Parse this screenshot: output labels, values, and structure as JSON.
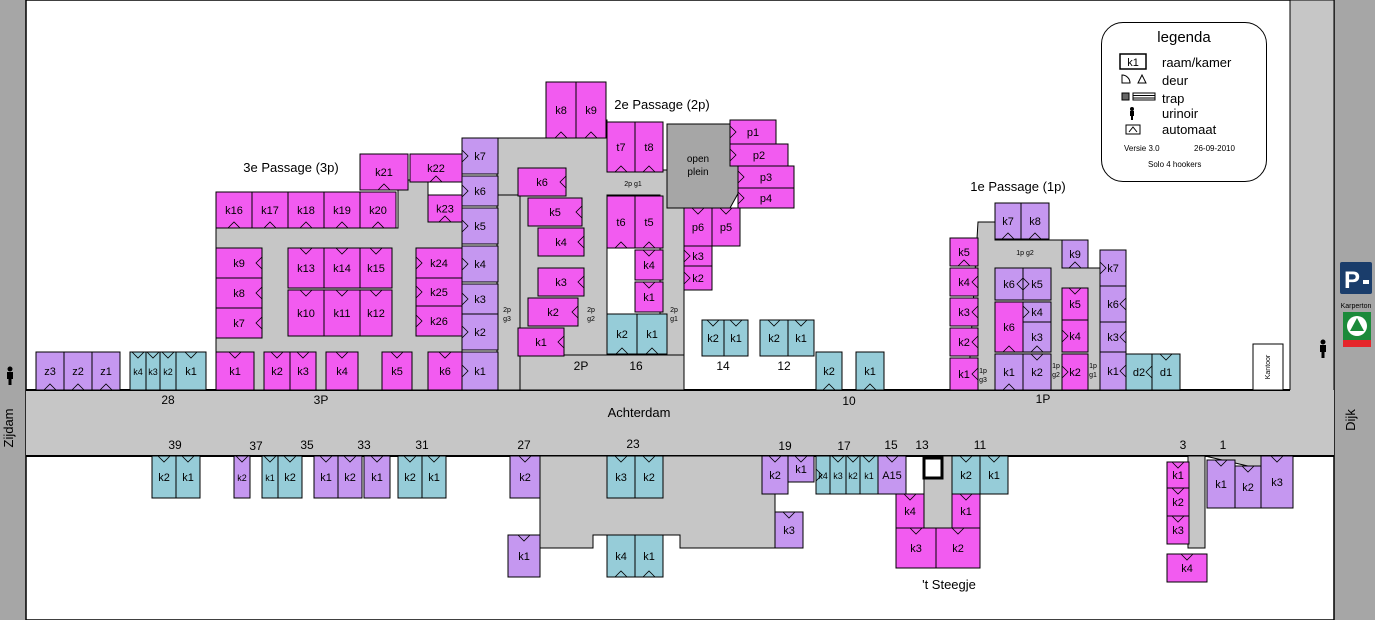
{
  "colors": {
    "magenta": "#f25bf0",
    "purple": "#c597f0",
    "blue": "#96ccd8",
    "street": "#c6c6c6",
    "side": "#a6a6a6",
    "border": "#000000"
  },
  "streets": {
    "main": "Achterdam",
    "left": "Zijdam",
    "right": "Dijk",
    "steegje": "'t Steegje"
  },
  "passages": {
    "p3": "3e Passage (3p)",
    "p2": "2e Passage (2p)",
    "p1": "1e Passage (1p)"
  },
  "plein": {
    "line1": "open",
    "line2": "plein"
  },
  "house_numbers_north": [
    "28",
    "3P",
    "2P",
    "16",
    "14",
    "12",
    "10",
    "1P"
  ],
  "house_numbers_south": [
    "39",
    "37",
    "35",
    "33",
    "31",
    "27",
    "23",
    "19",
    "17",
    "15",
    "13",
    "11",
    "3",
    "1"
  ],
  "gate_labels": {
    "p2g1": "2p g1",
    "p2g2a": "2p",
    "p2g2b": "g2",
    "p2g3a": "2p",
    "p2g3b": "g3",
    "p2g1va": "2p",
    "p2g1vb": "g1",
    "p1g2": "1p g2",
    "p1g3a": "1p",
    "p1g3b": "g3",
    "p1g2va": "1p",
    "p1g2vb": "g2",
    "p1g1va": "1p",
    "p1g1vb": "g1"
  },
  "kantoor": "Kantoor",
  "legend": {
    "title": "legenda",
    "sample": "k1",
    "raam": "raam/kamer",
    "deur": "deur",
    "trap": "trap",
    "urinoir": "urinoir",
    "automaat": "automaat",
    "versie": "Versie 3.0",
    "datum": "26-09-2010",
    "solo": "Solo 4 hookers"
  },
  "parking": {
    "sign": "P",
    "label": "Karperton"
  },
  "rooms": [
    {
      "l": "z3",
      "c": "p"
    },
    {
      "l": "z2",
      "c": "p"
    },
    {
      "l": "z1",
      "c": "p"
    },
    {
      "l": "k4",
      "c": "b"
    },
    {
      "l": "k3",
      "c": "b"
    },
    {
      "l": "k2",
      "c": "b"
    },
    {
      "l": "k1",
      "c": "b"
    },
    {
      "l": "k16",
      "c": "m"
    },
    {
      "l": "k17",
      "c": "m"
    },
    {
      "l": "k18",
      "c": "m"
    },
    {
      "l": "k19",
      "c": "m"
    },
    {
      "l": "k20",
      "c": "m"
    },
    {
      "l": "k21",
      "c": "m"
    },
    {
      "l": "k22",
      "c": "m"
    },
    {
      "l": "k23",
      "c": "m"
    },
    {
      "l": "k9",
      "c": "m"
    },
    {
      "l": "k8",
      "c": "m"
    },
    {
      "l": "k7",
      "c": "m"
    },
    {
      "l": "k13",
      "c": "m"
    },
    {
      "l": "k14",
      "c": "m"
    },
    {
      "l": "k15",
      "c": "m"
    },
    {
      "l": "k10",
      "c": "m"
    },
    {
      "l": "k11",
      "c": "m"
    },
    {
      "l": "k12",
      "c": "m"
    },
    {
      "l": "k24",
      "c": "m"
    },
    {
      "l": "k25",
      "c": "m"
    },
    {
      "l": "k26",
      "c": "m"
    },
    {
      "l": "k1",
      "c": "m"
    },
    {
      "l": "k2",
      "c": "m"
    },
    {
      "l": "k3",
      "c": "m"
    },
    {
      "l": "k4",
      "c": "m"
    },
    {
      "l": "k5",
      "c": "m"
    },
    {
      "l": "k6",
      "c": "m"
    },
    {
      "l": "k7",
      "c": "p"
    },
    {
      "l": "k6",
      "c": "p"
    },
    {
      "l": "k5",
      "c": "p"
    },
    {
      "l": "k4",
      "c": "p"
    },
    {
      "l": "k3",
      "c": "p"
    },
    {
      "l": "k2",
      "c": "p"
    },
    {
      "l": "k1",
      "c": "p"
    },
    {
      "l": "k8",
      "c": "m"
    },
    {
      "l": "k9",
      "c": "m"
    },
    {
      "l": "t7",
      "c": "m"
    },
    {
      "l": "t8",
      "c": "m"
    },
    {
      "l": "t6",
      "c": "m"
    },
    {
      "l": "t5",
      "c": "m"
    },
    {
      "l": "k6",
      "c": "m"
    },
    {
      "l": "k5",
      "c": "m"
    },
    {
      "l": "k4",
      "c": "m"
    },
    {
      "l": "k3",
      "c": "m"
    },
    {
      "l": "k2",
      "c": "m"
    },
    {
      "l": "k1",
      "c": "m"
    },
    {
      "l": "k4",
      "c": "m"
    },
    {
      "l": "k1",
      "c": "m"
    },
    {
      "l": "k2",
      "c": "b"
    },
    {
      "l": "k1",
      "c": "b"
    },
    {
      "l": "p1",
      "c": "m"
    },
    {
      "l": "p2",
      "c": "m"
    },
    {
      "l": "p3",
      "c": "m"
    },
    {
      "l": "p4",
      "c": "m"
    },
    {
      "l": "p6",
      "c": "m"
    },
    {
      "l": "p5",
      "c": "m"
    },
    {
      "l": "k3",
      "c": "m"
    },
    {
      "l": "k2",
      "c": "m"
    },
    {
      "l": "k2",
      "c": "b"
    },
    {
      "l": "k1",
      "c": "b"
    },
    {
      "l": "k2",
      "c": "b"
    },
    {
      "l": "k1",
      "c": "b"
    },
    {
      "l": "k2",
      "c": "b"
    },
    {
      "l": "k1",
      "c": "b"
    },
    {
      "l": "k7",
      "c": "p"
    },
    {
      "l": "k8",
      "c": "p"
    },
    {
      "l": "k9",
      "c": "p"
    },
    {
      "l": "k5",
      "c": "m"
    },
    {
      "l": "k4",
      "c": "m"
    },
    {
      "l": "k3",
      "c": "m"
    },
    {
      "l": "k2",
      "c": "m"
    },
    {
      "l": "k1",
      "c": "m"
    },
    {
      "l": "k6",
      "c": "p"
    },
    {
      "l": "k5",
      "c": "p"
    },
    {
      "l": "k4",
      "c": "p"
    },
    {
      "l": "k6",
      "c": "m"
    },
    {
      "l": "k3",
      "c": "p"
    },
    {
      "l": "k1",
      "c": "p"
    },
    {
      "l": "k2",
      "c": "p"
    },
    {
      "l": "k5",
      "c": "m"
    },
    {
      "l": "k4",
      "c": "m"
    },
    {
      "l": "k2",
      "c": "m"
    },
    {
      "l": "k7",
      "c": "p"
    },
    {
      "l": "k6",
      "c": "p"
    },
    {
      "l": "k3",
      "c": "p"
    },
    {
      "l": "k1",
      "c": "p"
    },
    {
      "l": "d2",
      "c": "b"
    },
    {
      "l": "d1",
      "c": "b"
    },
    {
      "l": "k2",
      "c": "b"
    },
    {
      "l": "k1",
      "c": "b"
    },
    {
      "l": "k2",
      "c": "p"
    },
    {
      "l": "k1",
      "c": "b"
    },
    {
      "l": "k2",
      "c": "b"
    },
    {
      "l": "k1",
      "c": "p"
    },
    {
      "l": "k2",
      "c": "p"
    },
    {
      "l": "k1",
      "c": "p"
    },
    {
      "l": "k2",
      "c": "b"
    },
    {
      "l": "k1",
      "c": "b"
    },
    {
      "l": "k2",
      "c": "p"
    },
    {
      "l": "k3",
      "c": "b"
    },
    {
      "l": "k2",
      "c": "b"
    },
    {
      "l": "k1",
      "c": "p"
    },
    {
      "l": "k4",
      "c": "b"
    },
    {
      "l": "k1",
      "c": "b"
    },
    {
      "l": "k2",
      "c": "p"
    },
    {
      "l": "k1",
      "c": "p"
    },
    {
      "l": "k3",
      "c": "p"
    },
    {
      "l": "k4",
      "c": "b"
    },
    {
      "l": "k3",
      "c": "b"
    },
    {
      "l": "k2",
      "c": "b"
    },
    {
      "l": "k1",
      "c": "b"
    },
    {
      "l": "A15",
      "c": "p"
    },
    {
      "l": "k4",
      "c": "m"
    },
    {
      "l": "k1",
      "c": "m"
    },
    {
      "l": "k3",
      "c": "m"
    },
    {
      "l": "k2",
      "c": "m"
    },
    {
      "l": "k2",
      "c": "b"
    },
    {
      "l": "k1",
      "c": "b"
    },
    {
      "l": "k1",
      "c": "m"
    },
    {
      "l": "k2",
      "c": "m"
    },
    {
      "l": "k3",
      "c": "m"
    },
    {
      "l": "k4",
      "c": "m"
    },
    {
      "l": "k1",
      "c": "p"
    },
    {
      "l": "k2",
      "c": "p"
    },
    {
      "l": "k3",
      "c": "p"
    }
  ]
}
